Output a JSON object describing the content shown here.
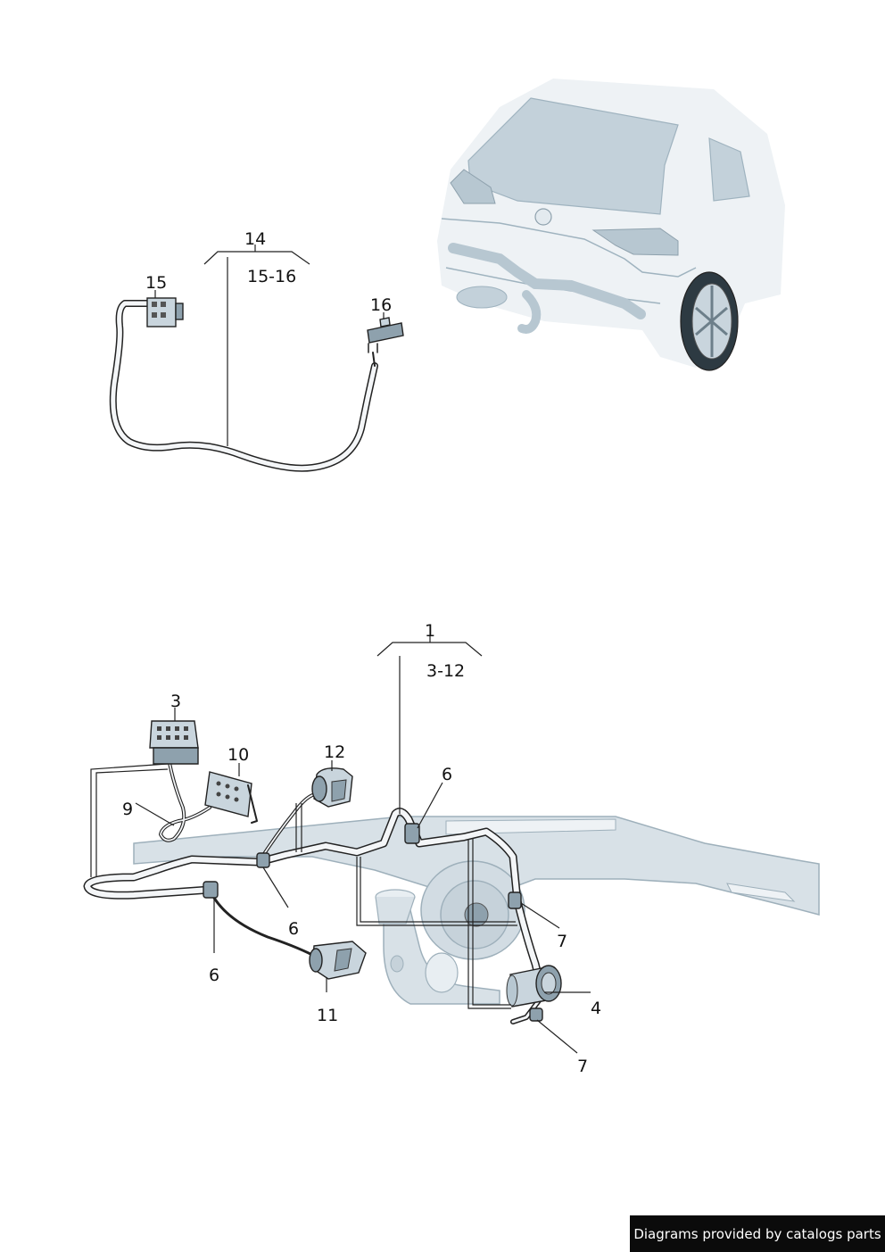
{
  "callouts": {
    "c1": "1",
    "c1_range": "3-12",
    "c3": "3",
    "c4": "4",
    "c6a": "6",
    "c6b": "6",
    "c6c": "6",
    "c7a": "7",
    "c7b": "7",
    "c9": "9",
    "c10": "10",
    "c11": "11",
    "c12": "12",
    "c14": "14",
    "c14_range": "15-16",
    "c15": "15",
    "c16": "16"
  },
  "footer": {
    "text": "Diagrams provided by catalogs parts"
  },
  "colors": {
    "background": "#ffffff",
    "part_fill": "#c9d5dd",
    "car_fill": "#dbe4ea",
    "footer_bg": "#0b0b0b",
    "footer_text": "#ffffff"
  }
}
